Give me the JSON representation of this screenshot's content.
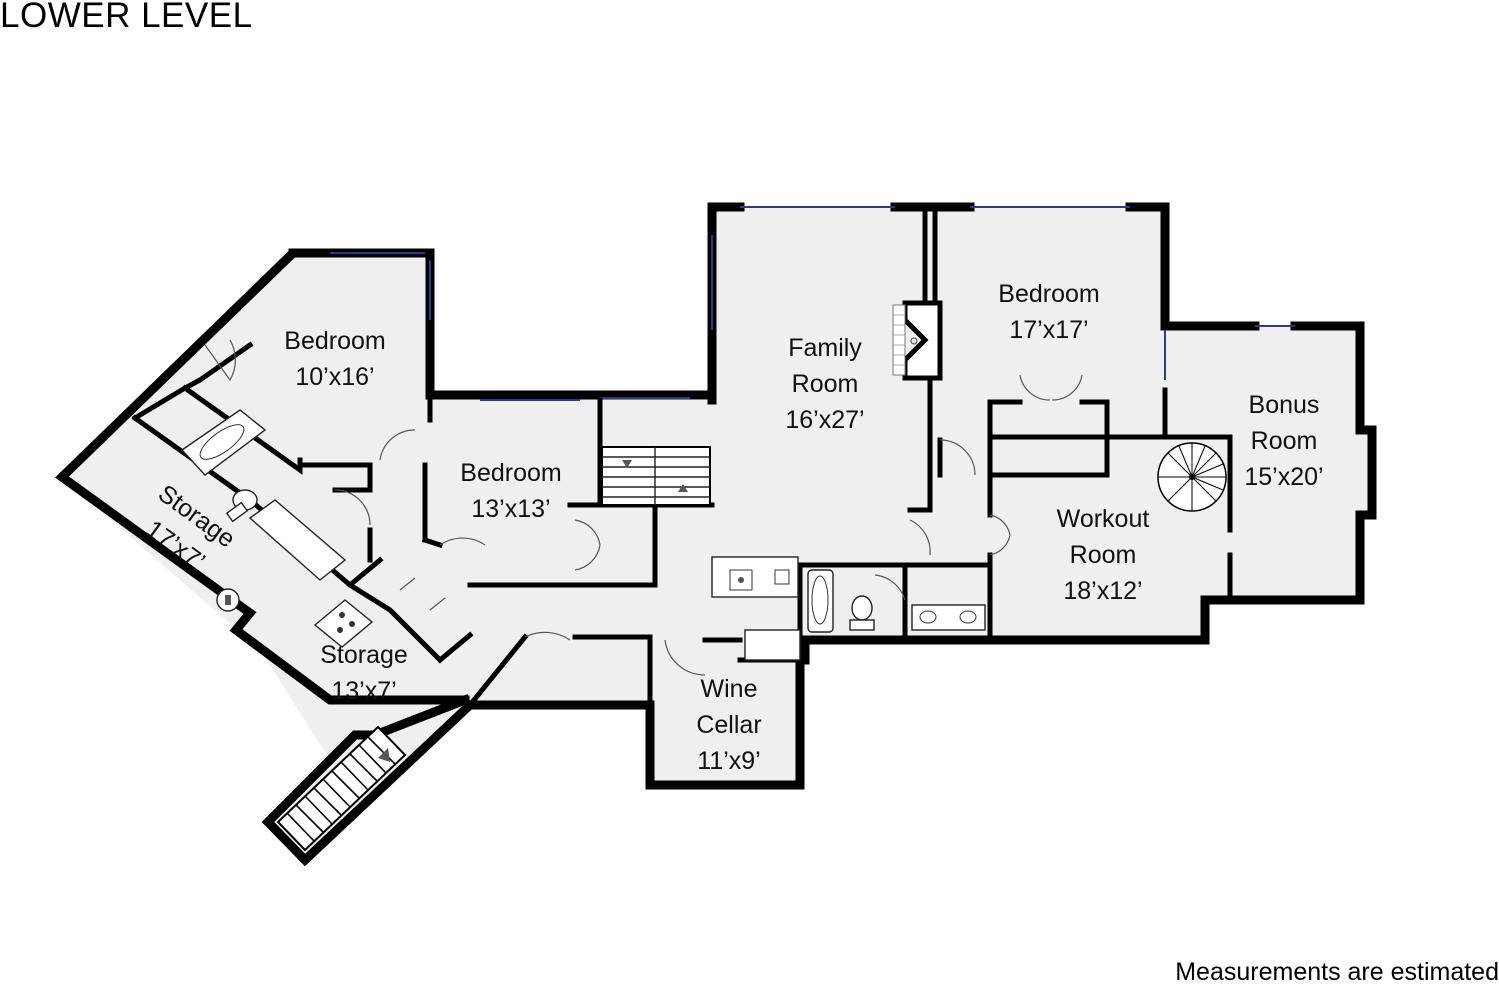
{
  "title": "LOWER LEVEL",
  "note": "Measurements are estimated",
  "rooms": {
    "bedroom_a": {
      "name": "Bedroom",
      "size": "10’x16’"
    },
    "bedroom_b": {
      "name": "Bedroom",
      "size": "13’x13’"
    },
    "storage_a": {
      "name": "Storage",
      "size": "17’x7’"
    },
    "storage_b": {
      "name": "Storage",
      "size": "13’x7’"
    },
    "family": {
      "name1": "Family",
      "name2": "Room",
      "size": "16’x27’"
    },
    "bedroom_c": {
      "name": "Bedroom",
      "size": "17’x17’"
    },
    "bonus": {
      "name1": "Bonus",
      "name2": "Room",
      "size": "15’x20’"
    },
    "workout": {
      "name1": "Workout",
      "name2": "Room",
      "size": "18’x12’"
    },
    "wine": {
      "name1": "Wine",
      "name2": "Cellar",
      "size": "11’x9’"
    }
  }
}
